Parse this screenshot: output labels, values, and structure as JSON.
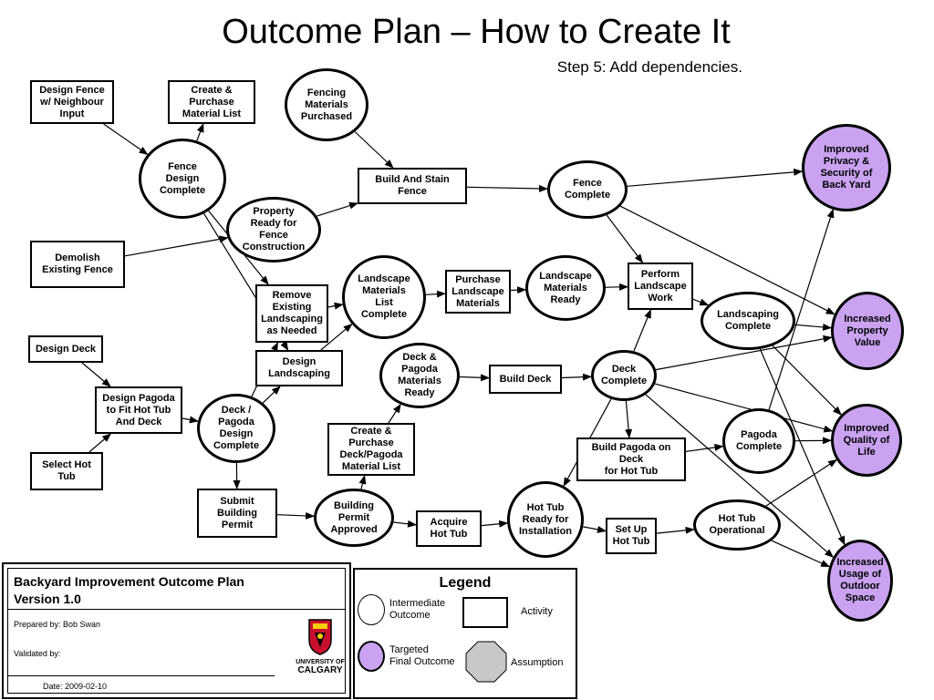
{
  "header": {
    "title": "Outcome Plan – How to Create It",
    "subtitle": "Step 5:  Add dependencies."
  },
  "nodes": [
    {
      "id": "design-fence",
      "label": "Design Fence\nw/ Neighbour\nInput",
      "shape": "rect"
    },
    {
      "id": "create-purchase-material-list",
      "label": "Create &\nPurchase\nMaterial List",
      "shape": "rect"
    },
    {
      "id": "fencing-materials-purchased",
      "label": "Fencing\nMaterials\nPurchased",
      "shape": "ellipse"
    },
    {
      "id": "fence-design-complete",
      "label": "Fence\nDesign\nComplete",
      "shape": "ellipse"
    },
    {
      "id": "property-ready-for-fence",
      "label": "Property\nReady for\nFence\nConstruction",
      "shape": "ellipse"
    },
    {
      "id": "build-and-stain-fence",
      "label": "Build And Stain\nFence",
      "shape": "rect"
    },
    {
      "id": "fence-complete",
      "label": "Fence\nComplete",
      "shape": "ellipse"
    },
    {
      "id": "improved-privacy",
      "label": "Improved\nPrivacy &\nSecurity of\nBack Yard",
      "shape": "final"
    },
    {
      "id": "demolish-existing-fence",
      "label": "Demolish\nExisting Fence",
      "shape": "rect"
    },
    {
      "id": "remove-existing-landscaping",
      "label": "Remove\nExisting\nLandscaping\nas Needed",
      "shape": "rect"
    },
    {
      "id": "landscape-materials-list-complete",
      "label": "Landscape\nMaterials\nList\nComplete",
      "shape": "ellipse"
    },
    {
      "id": "purchase-landscape-materials",
      "label": "Purchase\nLandscape\nMaterials",
      "shape": "rect"
    },
    {
      "id": "landscape-materials-ready",
      "label": "Landscape\nMaterials\nReady",
      "shape": "ellipse"
    },
    {
      "id": "perform-landscape-work",
      "label": "Perform\nLandscape\nWork",
      "shape": "rect"
    },
    {
      "id": "landscaping-complete",
      "label": "Landscaping\nComplete",
      "shape": "ellipse"
    },
    {
      "id": "increased-property-value",
      "label": "Increased\nProperty\nValue",
      "shape": "final"
    },
    {
      "id": "design-deck",
      "label": "Design Deck",
      "shape": "rect"
    },
    {
      "id": "design-landscaping",
      "label": "Design\nLandscaping",
      "shape": "rect"
    },
    {
      "id": "deck-pagoda-materials-ready",
      "label": "Deck &\nPagoda\nMaterials\nReady",
      "shape": "ellipse"
    },
    {
      "id": "build-deck",
      "label": "Build Deck",
      "shape": "rect"
    },
    {
      "id": "deck-complete",
      "label": "Deck\nComplete",
      "shape": "ellipse"
    },
    {
      "id": "design-pagoda",
      "label": "Design Pagoda\nto Fit Hot Tub\nAnd Deck",
      "shape": "rect"
    },
    {
      "id": "deck-pagoda-design-complete",
      "label": "Deck /\nPagoda\nDesign\nComplete",
      "shape": "ellipse"
    },
    {
      "id": "create-purchase-deck-pagoda-list",
      "label": "Create &\nPurchase\nDeck/Pagoda\nMaterial List",
      "shape": "rect"
    },
    {
      "id": "build-pagoda-on-deck",
      "label": "Build Pagoda on\nDeck\nfor  Hot Tub",
      "shape": "rect"
    },
    {
      "id": "pagoda-complete",
      "label": "Pagoda\nComplete",
      "shape": "ellipse"
    },
    {
      "id": "improved-quality-of-life",
      "label": "Improved\nQuality of\nLife",
      "shape": "final"
    },
    {
      "id": "select-hot-tub",
      "label": "Select Hot\nTub",
      "shape": "rect"
    },
    {
      "id": "submit-building-permit",
      "label": "Submit\nBuilding\nPermit",
      "shape": "rect"
    },
    {
      "id": "building-permit-approved",
      "label": "Building\nPermit\nApproved",
      "shape": "ellipse"
    },
    {
      "id": "acquire-hot-tub",
      "label": "Acquire\nHot Tub",
      "shape": "rect"
    },
    {
      "id": "hot-tub-ready",
      "label": "Hot Tub\nReady for\nInstallation",
      "shape": "ellipse"
    },
    {
      "id": "set-up-hot-tub",
      "label": "Set Up\nHot Tub",
      "shape": "rect"
    },
    {
      "id": "hot-tub-operational",
      "label": "Hot Tub\nOperational",
      "shape": "ellipse"
    },
    {
      "id": "increased-usage-outdoor-space",
      "label": "Increased\nUsage of\nOutdoor\nSpace",
      "shape": "final"
    }
  ],
  "edges": [
    [
      "design-fence",
      "fence-design-complete"
    ],
    [
      "fence-design-complete",
      "create-purchase-material-list"
    ],
    [
      "fencing-materials-purchased",
      "build-and-stain-fence"
    ],
    [
      "fence-design-complete",
      "remove-existing-landscaping"
    ],
    [
      "fence-design-complete",
      "design-landscaping"
    ],
    [
      "demolish-existing-fence",
      "property-ready-for-fence"
    ],
    [
      "property-ready-for-fence",
      "build-and-stain-fence"
    ],
    [
      "build-and-stain-fence",
      "fence-complete"
    ],
    [
      "fence-complete",
      "improved-privacy"
    ],
    [
      "fence-complete",
      "perform-landscape-work"
    ],
    [
      "fence-complete",
      "increased-property-value"
    ],
    [
      "remove-existing-landscaping",
      "landscape-materials-list-complete"
    ],
    [
      "design-landscaping",
      "landscape-materials-list-complete"
    ],
    [
      "landscape-materials-list-complete",
      "purchase-landscape-materials"
    ],
    [
      "purchase-landscape-materials",
      "landscape-materials-ready"
    ],
    [
      "landscape-materials-ready",
      "perform-landscape-work"
    ],
    [
      "perform-landscape-work",
      "landscaping-complete"
    ],
    [
      "landscaping-complete",
      "increased-property-value"
    ],
    [
      "landscaping-complete",
      "improved-quality-of-life"
    ],
    [
      "landscaping-complete",
      "increased-usage-outdoor-space"
    ],
    [
      "design-deck",
      "design-pagoda"
    ],
    [
      "select-hot-tub",
      "design-pagoda"
    ],
    [
      "design-pagoda",
      "deck-pagoda-design-complete"
    ],
    [
      "deck-pagoda-design-complete",
      "remove-existing-landscaping"
    ],
    [
      "deck-pagoda-design-complete",
      "design-landscaping"
    ],
    [
      "deck-pagoda-design-complete",
      "submit-building-permit"
    ],
    [
      "submit-building-permit",
      "building-permit-approved"
    ],
    [
      "building-permit-approved",
      "create-purchase-deck-pagoda-list"
    ],
    [
      "create-purchase-deck-pagoda-list",
      "deck-pagoda-materials-ready"
    ],
    [
      "deck-pagoda-materials-ready",
      "build-deck"
    ],
    [
      "build-deck",
      "deck-complete"
    ],
    [
      "deck-complete",
      "perform-landscape-work"
    ],
    [
      "deck-complete",
      "build-pagoda-on-deck"
    ],
    [
      "deck-complete",
      "hot-tub-ready"
    ],
    [
      "deck-complete",
      "increased-property-value"
    ],
    [
      "deck-complete",
      "improved-quality-of-life"
    ],
    [
      "deck-complete",
      "increased-usage-outdoor-space"
    ],
    [
      "build-pagoda-on-deck",
      "pagoda-complete"
    ],
    [
      "pagoda-complete",
      "improved-quality-of-life"
    ],
    [
      "pagoda-complete",
      "improved-privacy"
    ],
    [
      "building-permit-approved",
      "acquire-hot-tub"
    ],
    [
      "acquire-hot-tub",
      "hot-tub-ready"
    ],
    [
      "hot-tub-ready",
      "set-up-hot-tub"
    ],
    [
      "set-up-hot-tub",
      "hot-tub-operational"
    ],
    [
      "hot-tub-operational",
      "improved-quality-of-life"
    ],
    [
      "hot-tub-operational",
      "increased-usage-outdoor-space"
    ]
  ],
  "info": {
    "plan_title": "Backyard Improvement Outcome Plan\nVersion 1.0",
    "prepared_by": "Prepared by: Bob Swan",
    "validated_by": "Validated by:",
    "date": "Date: 2009-02-10",
    "logo_line1": "UNIVERSITY OF",
    "logo_line2": "CALGARY"
  },
  "legend": {
    "title": "Legend",
    "intermediate": "Intermediate\nOutcome",
    "activity": "Activity",
    "final": "Targeted\nFinal Outcome",
    "assumption": "Assumption"
  },
  "colors": {
    "final_outcome": "#c9a2f0",
    "assumption": "#c8c8c8"
  }
}
